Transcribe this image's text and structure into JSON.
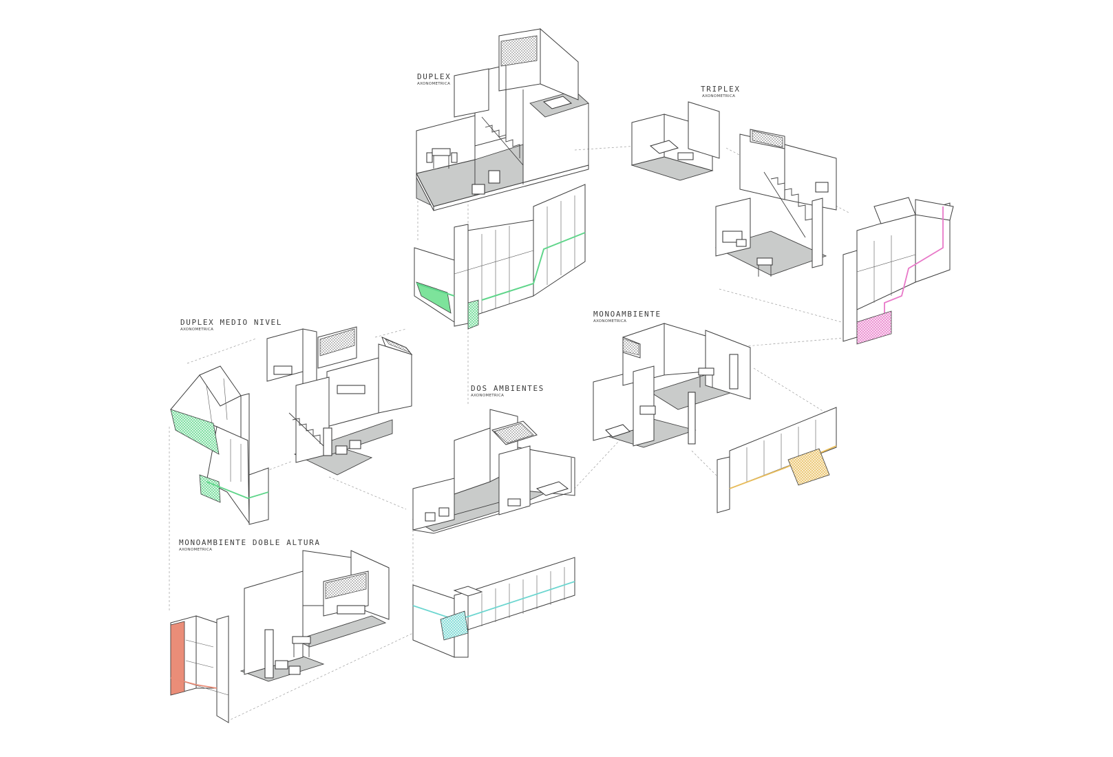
{
  "units": {
    "duplex": {
      "title": "DUPLEX",
      "subtitle": "AXONOMETRICA"
    },
    "triplex": {
      "title": "TRIPLEX",
      "subtitle": "AXONOMETRICA"
    },
    "duplex_medio_nivel": {
      "title": "DUPLEX MEDIO NIVEL",
      "subtitle": "AXONOMETRICA"
    },
    "monoambiente": {
      "title": "MONOAMBIENTE",
      "subtitle": "AXONOMETRICA"
    },
    "dos_ambientes": {
      "title": "DOS AMBIENTES",
      "subtitle": "AXONOMETRICA"
    },
    "monoambiente_doble_altura": {
      "title": "MONOAMBIENTE DOBLE ALTURA",
      "subtitle": "AXONOMETRICA"
    }
  },
  "colors": {
    "duplex_accent": "#5fd58a",
    "duplex_medio_nivel_accent": "#7de39b",
    "triplex_accent": "#e878c8",
    "monoambiente_accent": "#e8bc5a",
    "dos_ambientes_accent": "#6cd6d0",
    "monoambiente_doble_altura_accent": "#ea8d78",
    "floor": "#c9cbca",
    "line": "#3c3c3c"
  }
}
